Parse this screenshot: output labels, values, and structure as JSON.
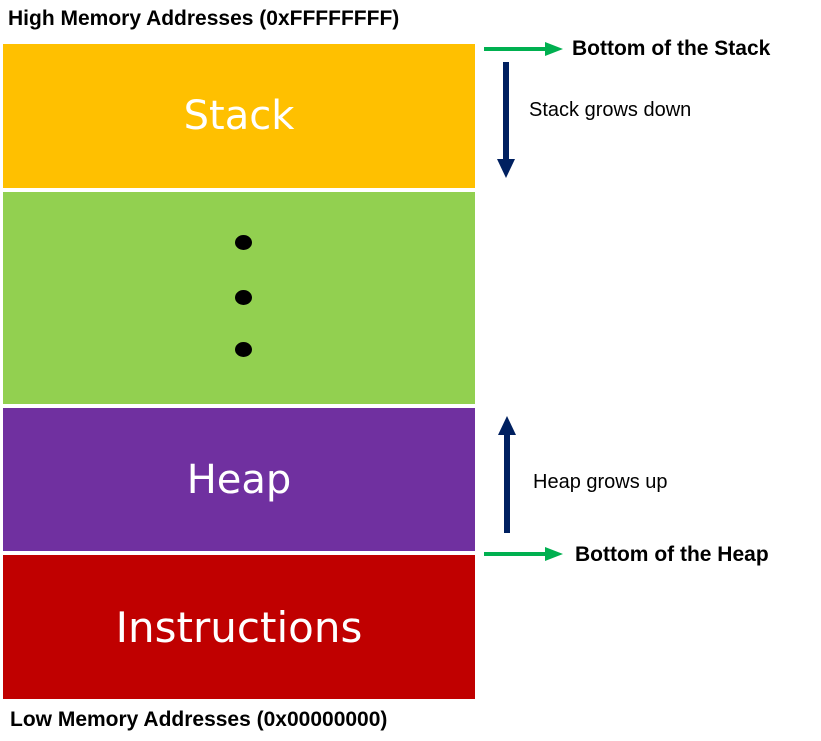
{
  "labels": {
    "high": "High Memory Addresses (0xFFFFFFFF)",
    "low": "Low Memory Addresses (0x00000000)"
  },
  "segments": {
    "stack": "Stack",
    "heap": "Heap",
    "instructions": "Instructions"
  },
  "annotations": {
    "bottom_stack": "Bottom of the Stack",
    "stack_grows": "Stack grows down",
    "heap_grows": "Heap grows up",
    "bottom_heap": "Bottom of the Heap"
  },
  "colors": {
    "stack": "#ffc000",
    "free": "#92d050",
    "heap": "#7030a0",
    "instructions": "#c00000",
    "green_arrow": "#00b050",
    "navy_arrow": "#002060"
  }
}
